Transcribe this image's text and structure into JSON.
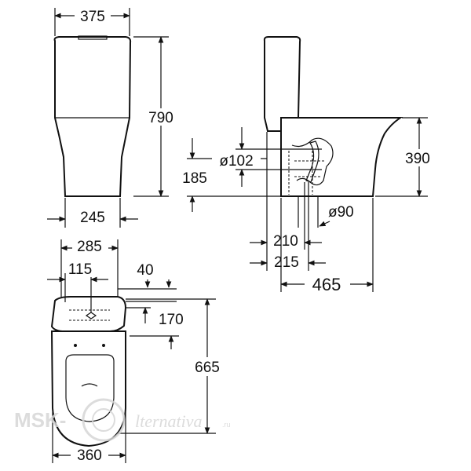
{
  "dimensions": {
    "front_width_top": "375",
    "front_height": "790",
    "front_width_base": "245",
    "side_outlet_height": "185",
    "side_outlet_diameter": "ø102",
    "side_bowl_height": "390",
    "side_inlet_diameter": "ø90",
    "side_offset_210": "210",
    "side_offset_215": "215",
    "side_depth": "465",
    "top_width_285": "285",
    "top_width_115": "115",
    "top_offset_40": "40",
    "top_offset_170": "170",
    "top_length": "665",
    "top_width_base": "360"
  },
  "watermark": {
    "brand_left": "MSK-",
    "brand_right": "lternativa",
    "domain": ".ru"
  }
}
